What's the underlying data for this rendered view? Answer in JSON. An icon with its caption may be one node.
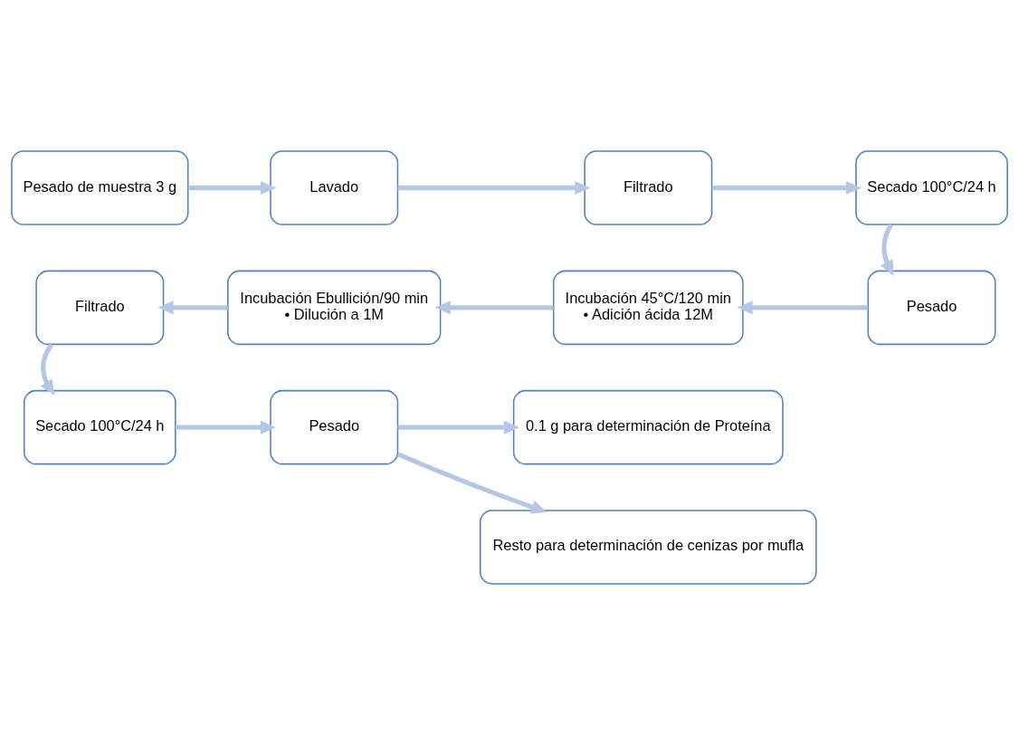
{
  "diagram": {
    "nodes": [
      {
        "text": [
          "Pesado de muestra 3 g"
        ]
      },
      {
        "text": [
          "Lavado"
        ]
      },
      {
        "text": [
          "Filtrado"
        ]
      },
      {
        "text": [
          "Secado 100°C/24 h"
        ]
      },
      {
        "text": [
          "Pesado"
        ]
      },
      {
        "text": [
          "Incubación 45°C/120 min",
          "• Adición ácida 12M"
        ]
      },
      {
        "text": [
          "Incubación Ebullición/90 min",
          "• Dilución a 1M"
        ]
      },
      {
        "text": [
          "Filtrado"
        ]
      },
      {
        "text": [
          "Secado 100°C/24 h"
        ]
      },
      {
        "text": [
          "Pesado"
        ]
      },
      {
        "text": [
          "0.1 g para determinación de Proteína"
        ]
      },
      {
        "text": [
          "Resto para determinación de cenizas por mufla"
        ]
      }
    ],
    "edges": [
      {
        "from": 0,
        "to": 1,
        "arrow": "to"
      },
      {
        "from": 1,
        "to": 2,
        "arrow": "to"
      },
      {
        "from": 2,
        "to": 3,
        "arrow": "to"
      },
      {
        "from": 3,
        "to": 4,
        "arrow": "to"
      },
      {
        "from": 4,
        "to": 5,
        "arrow": "to"
      },
      {
        "from": 5,
        "to": 6,
        "arrow": "to"
      },
      {
        "from": 6,
        "to": 7,
        "arrow": "to"
      },
      {
        "from": 7,
        "to": 8,
        "arrow": "to"
      },
      {
        "from": 8,
        "to": 9,
        "arrow": "to"
      },
      {
        "from": 9,
        "to": 10,
        "arrow": "to"
      },
      {
        "from": 9,
        "to": 11,
        "arrow": "to"
      }
    ]
  }
}
